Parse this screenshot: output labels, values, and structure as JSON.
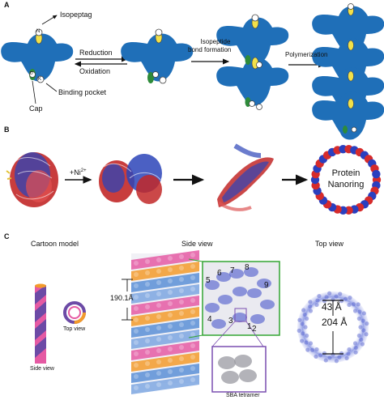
{
  "panel_a": {
    "letter": "A",
    "isopeptag": "Isopeptag",
    "reduction": "Reduction",
    "oxidation": "Oxidation",
    "binding_pocket": "Binding pocket",
    "cap": "Cap",
    "bond_formation_1": "Isopeptide",
    "bond_formation_2": "bond formation",
    "polymerization": "Polymerization",
    "residue_n": "N",
    "residue_k": "K",
    "residue_d": "D"
  },
  "panel_b": {
    "letter": "B",
    "nickel_label": "+Ni",
    "nickel_charge": "2+",
    "nanoring_line1": "Protein",
    "nanoring_line2": "Nanoring"
  },
  "panel_c": {
    "letter": "C",
    "cartoon_title": "Cartoon model",
    "side_title": "Side view",
    "top_title": "Top view",
    "side_view_small": "Side view",
    "top_view_small": "Top view",
    "pitch_label": "190.1Å",
    "inner_diameter": "43 Å",
    "outer_diameter": "204 Å",
    "tetramer_label": "SBA tetramer",
    "subunit_numbers": [
      "1",
      "2",
      "3",
      "4",
      "5",
      "6",
      "7",
      "8",
      "9"
    ]
  },
  "colors": {
    "protein_blue": "#1f6fb8",
    "isopeptag_yellow": "#f2e14a",
    "cap_green": "#2e8b3a",
    "helix_red": "#d62b2b",
    "helix_blue": "#2a3fbf",
    "zoom_green": "#33a532",
    "zoom_purple": "#7a4fb0",
    "cylinder_pink": "#e55aa3",
    "cylinder_orange": "#f39b2b",
    "cylinder_purple": "#6c4aa6"
  }
}
